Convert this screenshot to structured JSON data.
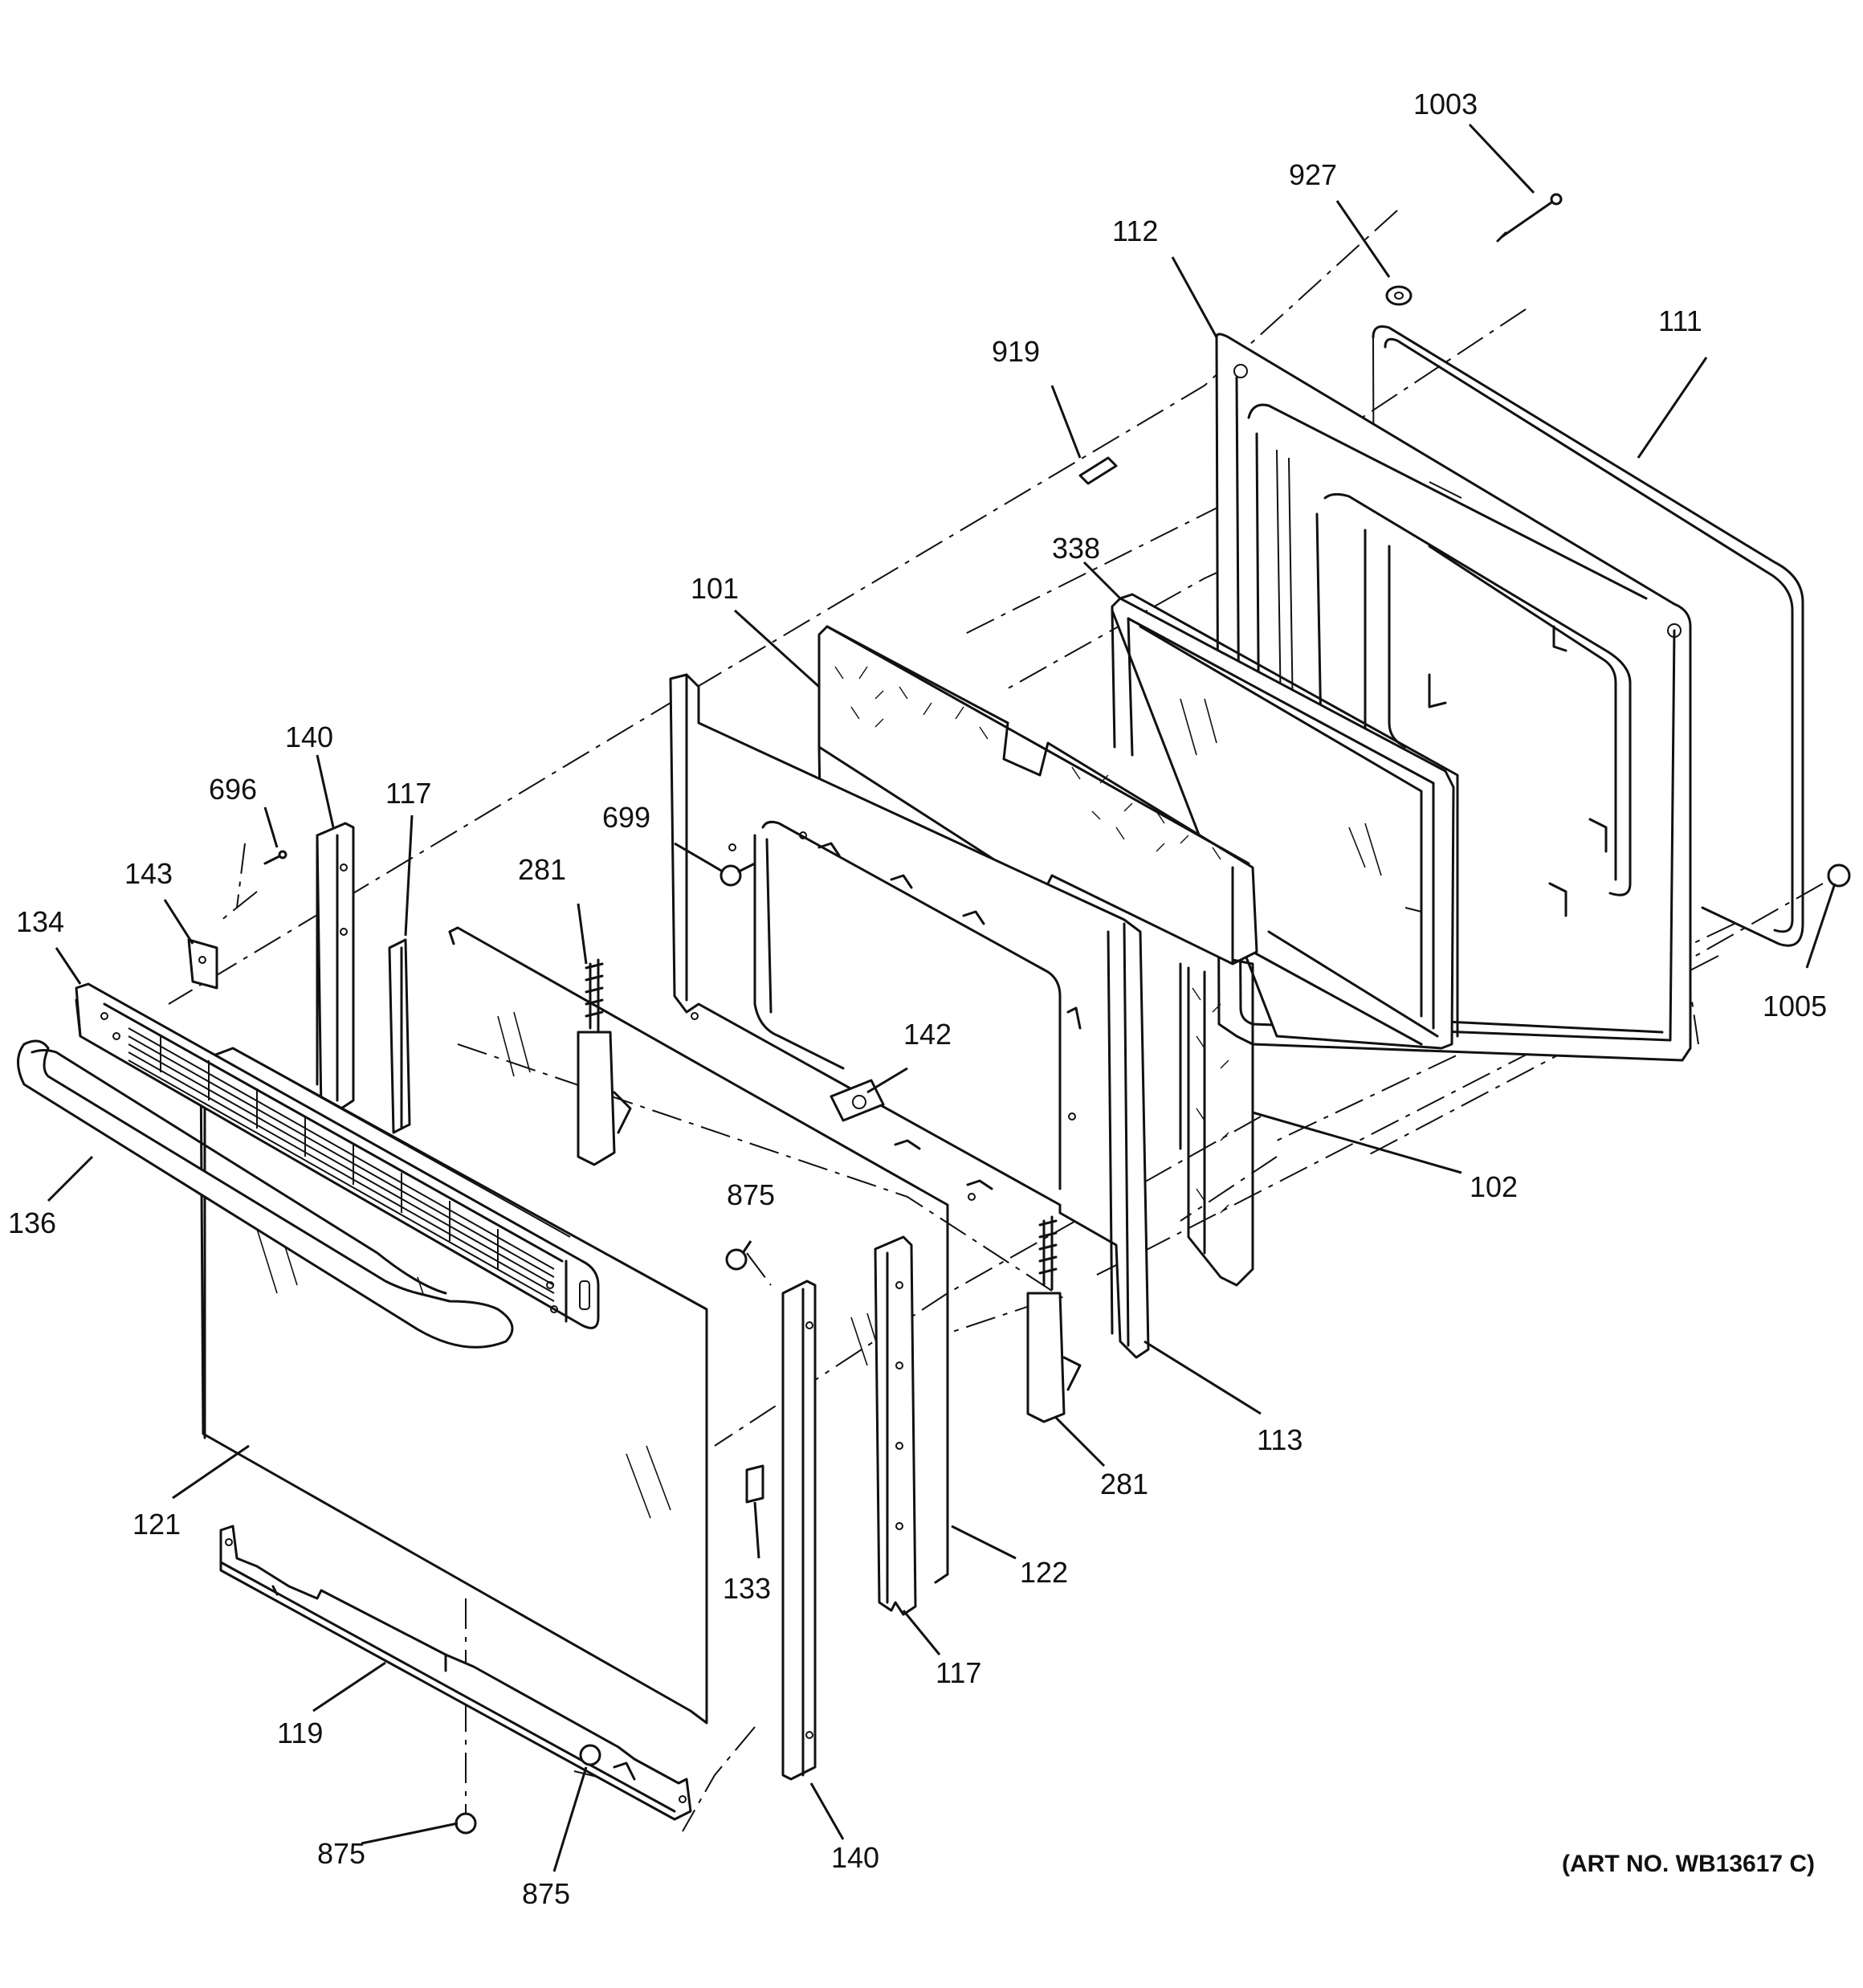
{
  "art_number": "(ART NO. WB13617 C)",
  "labels": [
    {
      "id": "l1003",
      "text": "1003"
    },
    {
      "id": "l927",
      "text": "927"
    },
    {
      "id": "l112",
      "text": "112"
    },
    {
      "id": "l111",
      "text": "111"
    },
    {
      "id": "l919",
      "text": "919"
    },
    {
      "id": "l338",
      "text": "338"
    },
    {
      "id": "l101",
      "text": "101"
    },
    {
      "id": "l140a",
      "text": "140"
    },
    {
      "id": "l696",
      "text": "696"
    },
    {
      "id": "l117a",
      "text": "117"
    },
    {
      "id": "l699",
      "text": "699"
    },
    {
      "id": "l143",
      "text": "143"
    },
    {
      "id": "l281a",
      "text": "281"
    },
    {
      "id": "l134",
      "text": "134"
    },
    {
      "id": "l1005",
      "text": "1005"
    },
    {
      "id": "l142",
      "text": "142"
    },
    {
      "id": "l136",
      "text": "136"
    },
    {
      "id": "l102",
      "text": "102"
    },
    {
      "id": "l875a",
      "text": "875"
    },
    {
      "id": "l113",
      "text": "113"
    },
    {
      "id": "l281b",
      "text": "281"
    },
    {
      "id": "l121",
      "text": "121"
    },
    {
      "id": "l122",
      "text": "122"
    },
    {
      "id": "l133",
      "text": "133"
    },
    {
      "id": "l117b",
      "text": "117"
    },
    {
      "id": "l119",
      "text": "119"
    },
    {
      "id": "l875b",
      "text": "875"
    },
    {
      "id": "l140b",
      "text": "140"
    },
    {
      "id": "l875c",
      "text": "875"
    }
  ]
}
